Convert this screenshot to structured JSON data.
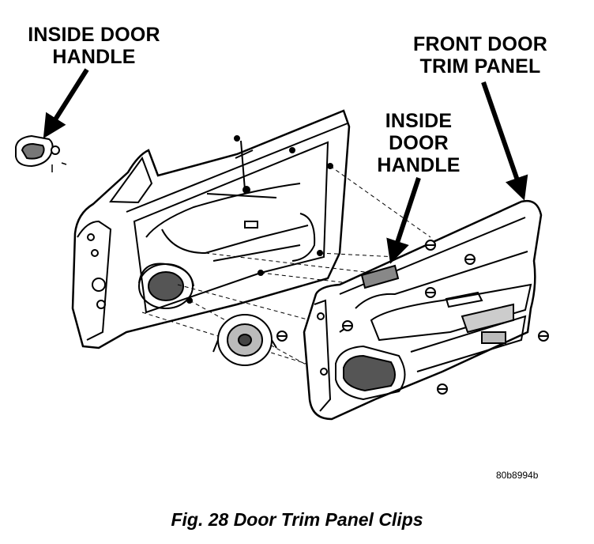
{
  "labels": {
    "inside_handle_left": "INSIDE DOOR\nHANDLE",
    "front_trim_panel": "FRONT DOOR\nTRIM PANEL",
    "inside_handle_right": "INSIDE\nDOOR\nHANDLE"
  },
  "figure_code": "80b8994b",
  "caption": "Fig. 28 Door Trim Panel Clips"
}
